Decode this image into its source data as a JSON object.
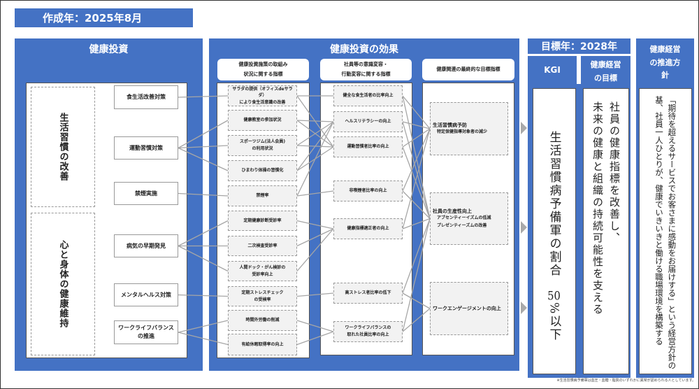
{
  "created": "作成年：2025年8月",
  "investment": {
    "title": "健康投資",
    "categories": [
      "生活習慣の改善",
      "心と身体の健康維持"
    ],
    "measures": [
      "食生活改善対策",
      "運動習慣対策",
      "禁煙実施",
      "病気の早期発見",
      "メンタルヘルス対策",
      "ワークライフバランス\nの推進"
    ]
  },
  "effects": {
    "title": "健康投資の効果",
    "col_headers": [
      "健康投資施策の取組み\n状況に関する指標",
      "社員等の意識変容・\n行動変容に関する指標",
      "健康関連の最終的な目標指標"
    ],
    "indicators": [
      "サラダの提供（オフィスdeサラダ）\nにより食生活意識の改善",
      "健康教室の参加状況",
      "スポーツジム(法人会員)\nの利用状況",
      "ひまわり体操の習慣化",
      "禁煙率",
      "定期健康診断受診率",
      "二次検査受診率",
      "人間ドック・がん検診の\n受診率向上",
      "定期ストレスチェック\nの受検率",
      "時間外労働の削減",
      "有給休暇取得率の向上"
    ],
    "behaviors": [
      "健全な食生活者の比率向上",
      "ヘルスリテラシーの向上",
      "運動習慣者比率の向上",
      "非喫煙者比率の向上",
      "健康指標適正者の向上",
      "高ストレス者比率の低下",
      "ワークライフバランスの\n取れた社員比率の向上"
    ],
    "outcomes": [
      {
        "title": "生活習慣病予防",
        "subs": [
          "特定保健指導対象者の減少"
        ]
      },
      {
        "title": "社員の生産性向上",
        "subs": [
          "アブセンティーイズムの低減",
          "プレゼンティーズムの改善"
        ]
      },
      {
        "title": "ワークエンゲージメントの向上",
        "subs": []
      }
    ],
    "links_measure_indicator": [
      [
        0,
        0
      ],
      [
        1,
        1
      ],
      [
        1,
        2
      ],
      [
        1,
        3
      ],
      [
        2,
        4
      ],
      [
        3,
        5
      ],
      [
        3,
        6
      ],
      [
        3,
        7
      ],
      [
        4,
        8
      ],
      [
        5,
        9
      ],
      [
        5,
        10
      ]
    ],
    "links_indicator_behavior": [
      [
        0,
        0
      ],
      [
        0,
        2
      ],
      [
        1,
        1
      ],
      [
        1,
        2
      ],
      [
        2,
        1
      ],
      [
        2,
        2
      ],
      [
        3,
        1
      ],
      [
        3,
        2
      ],
      [
        4,
        3
      ],
      [
        4,
        1
      ],
      [
        5,
        4
      ],
      [
        6,
        4
      ],
      [
        7,
        4
      ],
      [
        8,
        5
      ],
      [
        9,
        6
      ],
      [
        10,
        6
      ]
    ],
    "links_behavior_outcome": [
      [
        0,
        0
      ],
      [
        0,
        1
      ],
      [
        1,
        0
      ],
      [
        1,
        1
      ],
      [
        2,
        0
      ],
      [
        2,
        1
      ],
      [
        3,
        0
      ],
      [
        3,
        1
      ],
      [
        4,
        0
      ],
      [
        4,
        1
      ],
      [
        5,
        1
      ],
      [
        5,
        2
      ],
      [
        6,
        1
      ],
      [
        6,
        2
      ]
    ]
  },
  "target_year": "目標年：2028年",
  "kgi": {
    "header": "KGI",
    "text": "生活習慣病予備軍の割合",
    "value": "50",
    "unit": "%以下"
  },
  "goal": {
    "header": "健康経営\nの目標",
    "lines": [
      "社員の健康指標を改善し、",
      "未来の健康と組織の持続可能性を支える"
    ]
  },
  "policy": {
    "header": "健康経営\nの推進方\n針",
    "text": "「期待を超えるサービスでお客さまに感動をお届けする」という経営方針の基、社員一人ひとりが、健康でいきいきと働ける職場環境を構築する"
  },
  "footnote": "※生活習慣病予備軍は血圧・血糖・脂質のいずれかに異常が認められる人としています。"
}
